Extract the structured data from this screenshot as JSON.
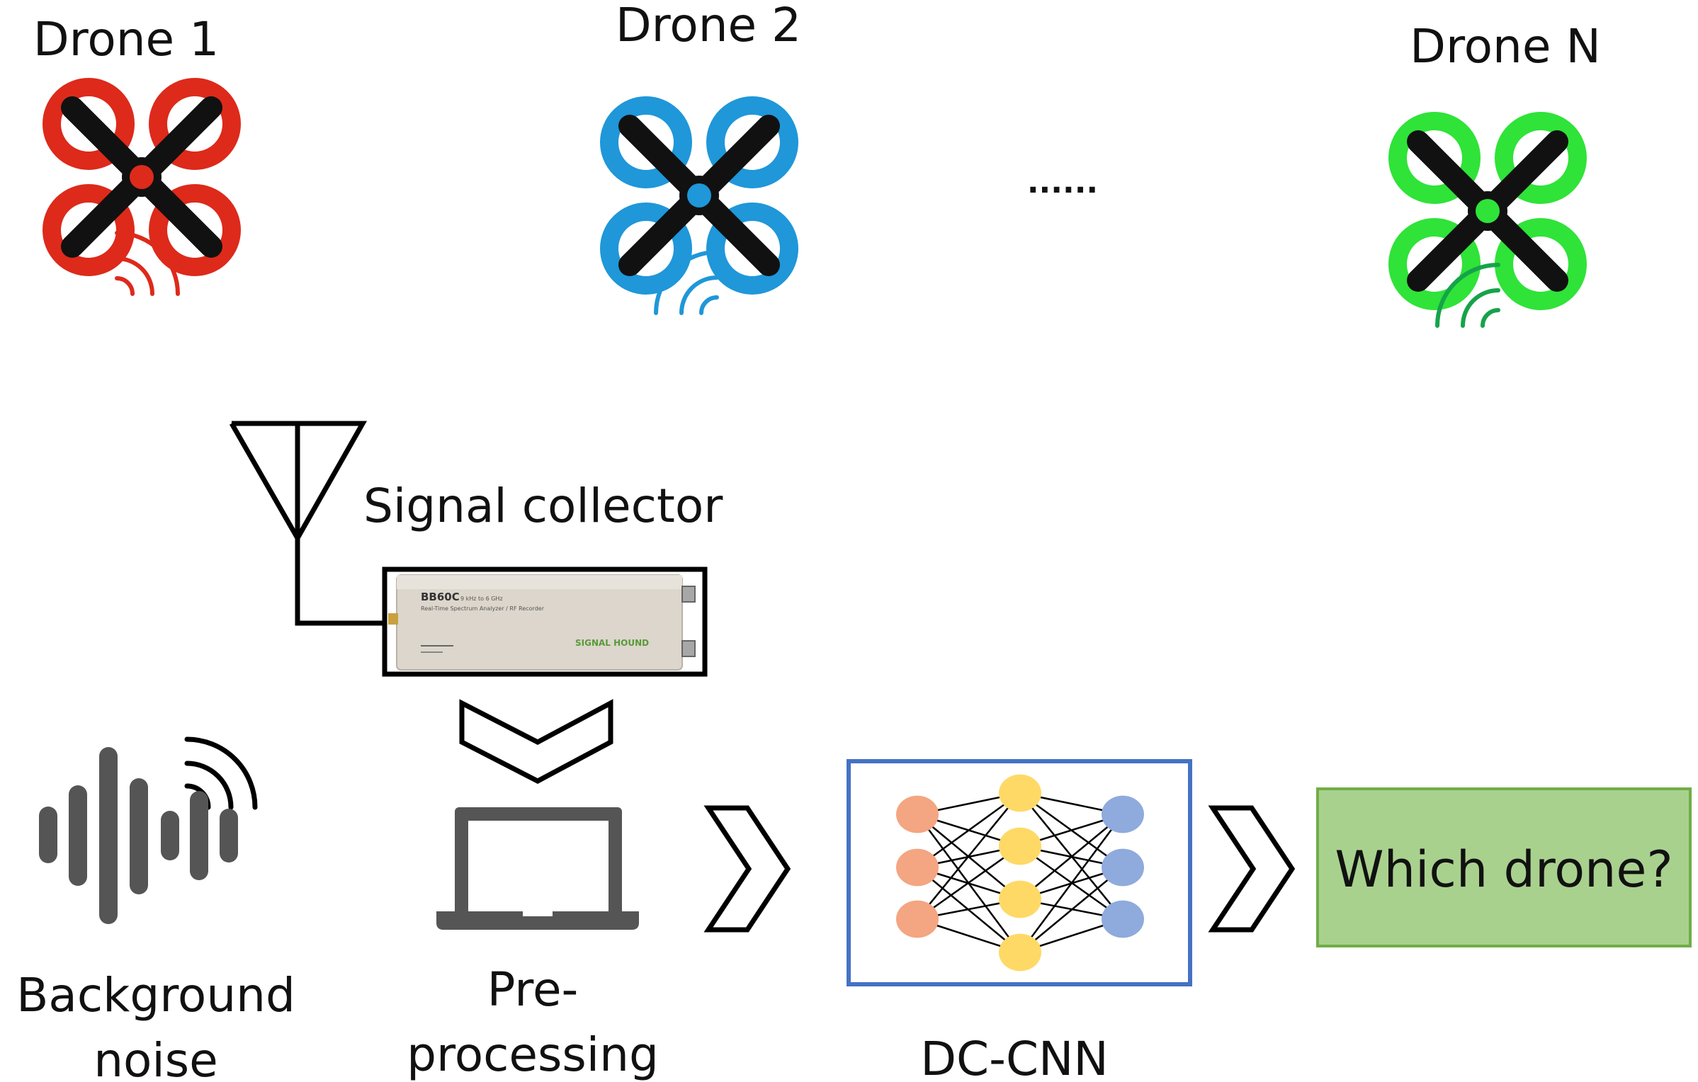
{
  "labels": {
    "drone1": "Drone 1",
    "drone2": "Drone 2",
    "droneN": "Drone N",
    "ellipsis": "......",
    "signal_collector": "Signal collector",
    "background_line1": "Background",
    "background_line2": "noise",
    "pre_line1": "Pre-",
    "pre_line2": "processing",
    "dccnn": "DC-CNN",
    "result": "Which drone?"
  },
  "device": {
    "model": "BB60C",
    "subtitle1": "9 kHz to 6 GHz",
    "subtitle2": "Real-Time Spectrum Analyzer / RF Recorder",
    "brand": "SIGNAL HOUND"
  },
  "colors": {
    "drone1": "#dd2a1b",
    "drone2": "#1f97d9",
    "droneN": "#2fe338",
    "waveN": "#16a34a",
    "cnn_box": "#4472c4",
    "result_fill": "#a9d18e",
    "result_border": "#70ad47",
    "node_input": "#f4a582",
    "node_hidden": "#ffd966",
    "node_output": "#8faadc"
  },
  "icons": {
    "antenna": "antenna-icon",
    "laptop": "laptop-icon",
    "sound": "sound-wave-icon",
    "wireless": "wireless-signal-icon",
    "neural_net": "neural-network-icon"
  }
}
